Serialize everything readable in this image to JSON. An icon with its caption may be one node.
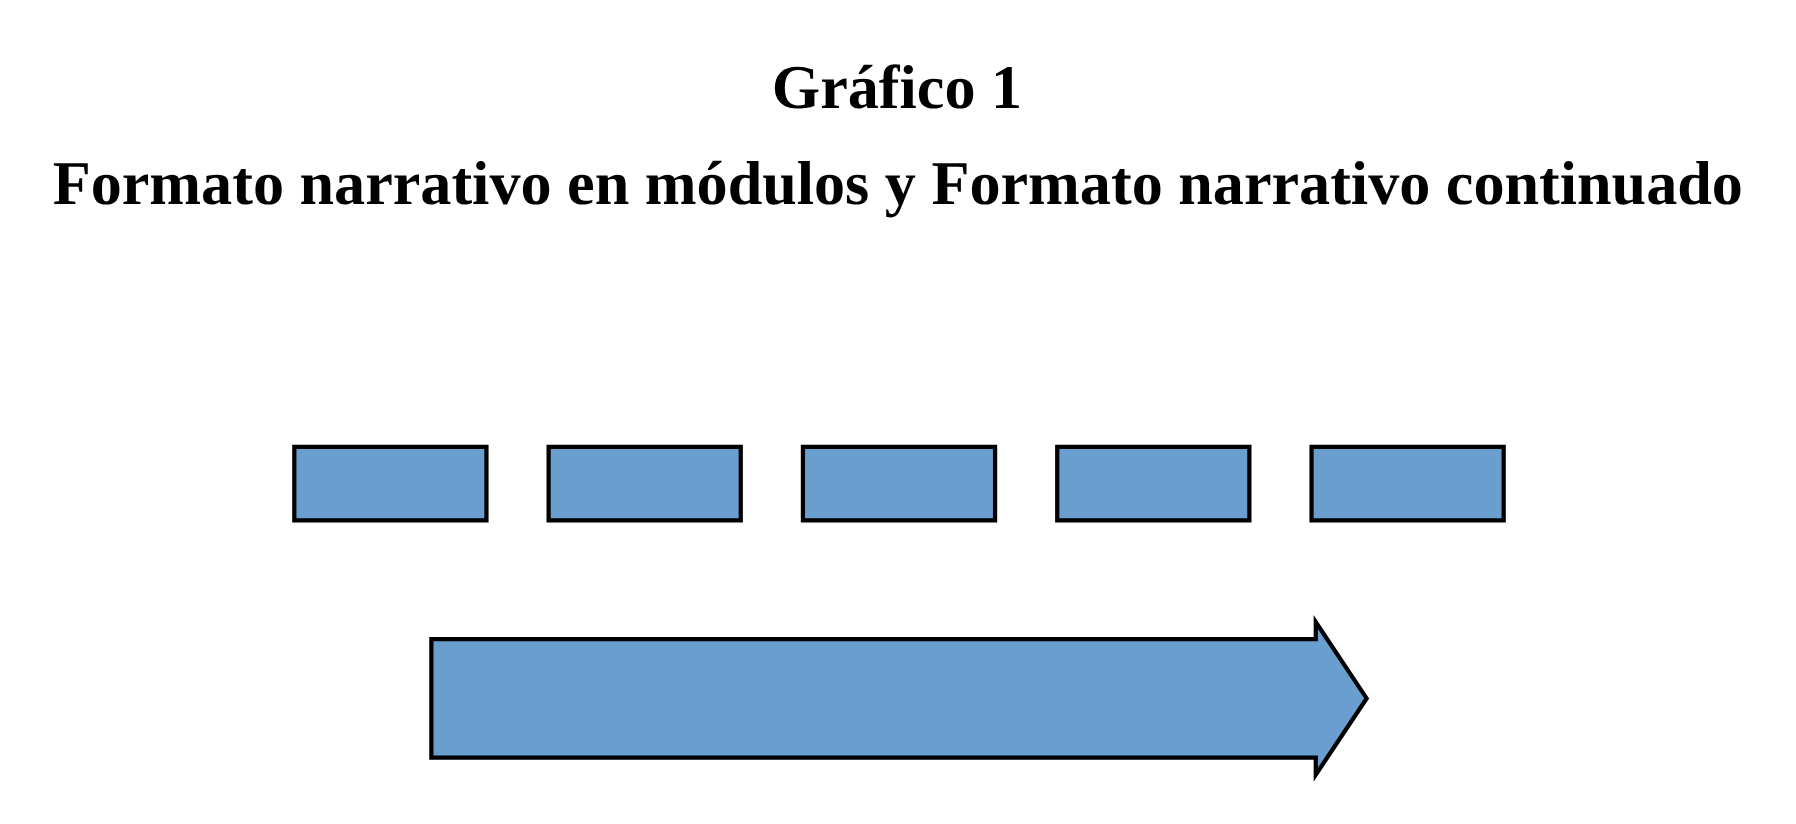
{
  "diagram": {
    "title": "Gráfico 1",
    "nodes": [
      {
        "text": [],
        "shape": "box"
      },
      {
        "text": [],
        "shape": "box"
      },
      {
        "text": [],
        "shape": "box"
      },
      {
        "text": [],
        "shape": "box"
      },
      {
        "text": [],
        "shape": "box"
      },
      {
        "text": [],
        "shape": "arrow"
      }
    ],
    "edges": [],
    "labels": [
      "Formato narrativo en módulos y Formato narrativo continuado"
    ]
  }
}
